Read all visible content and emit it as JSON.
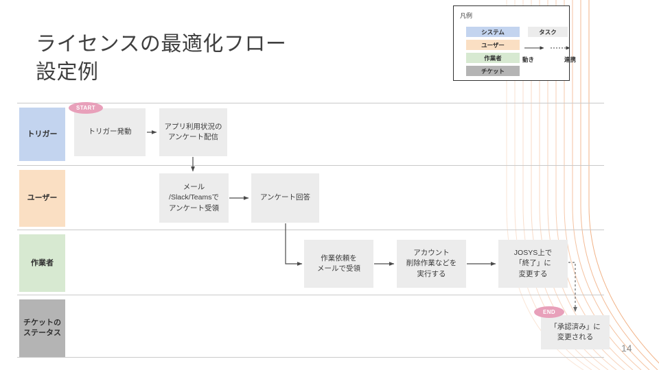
{
  "slide": {
    "title": "ライセンスの最適化フロー\n設定例",
    "page_number": "14"
  },
  "legend": {
    "title": "凡例",
    "chips": [
      {
        "label": "システム",
        "color": "#c3d4ef"
      },
      {
        "label": "ユーザー",
        "color": "#fadfc3"
      },
      {
        "label": "作業者",
        "color": "#d7e9d1"
      },
      {
        "label": "チケット",
        "color": "#b4b4b4"
      }
    ],
    "task_label": "タスク",
    "arrow_solid_label": "動き",
    "arrow_dotted_label": "連携"
  },
  "lanes": [
    {
      "label": "トリガー",
      "color": "#c3d4ef"
    },
    {
      "label": "ユーザー",
      "color": "#fadfc3"
    },
    {
      "label": "作業者",
      "color": "#d7e9d1"
    },
    {
      "label": "チケットの\nステータス",
      "color": "#b4b4b4"
    }
  ],
  "nodes": {
    "trigger_fire": "トリガー発動",
    "survey_send": "アプリ利用状況の\nアンケート配信",
    "survey_receive": "メール\n/Slack/Teamsで\nアンケート受領",
    "survey_answer": "アンケート回答",
    "task_receive": "作業依頼を\nメールで受領",
    "account_delete": "アカウント\n削除作業などを\n実行する",
    "josys_finish": "JOSYS上で\n「終了」に\n変更する",
    "status_approved": "「承認済み」に\n変更される"
  },
  "badges": {
    "start": "START",
    "end": "END"
  },
  "colors": {
    "box_fill": "#ececec",
    "badge": "#e8a0ba",
    "accent_arc": "#f0a878",
    "lane_divider": "#c9c9c9"
  }
}
